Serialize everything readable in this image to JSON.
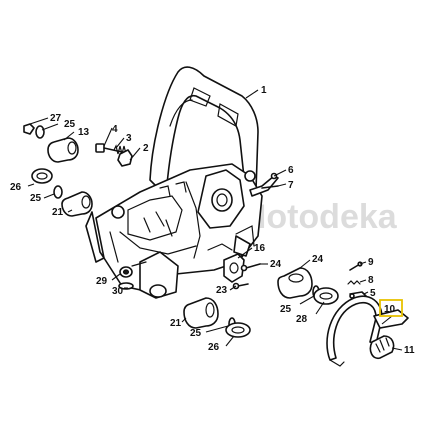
{
  "watermark": "Motodeka",
  "highlight_color": "#e8c200",
  "callouts": [
    "1",
    "2",
    "3",
    "4",
    "5",
    "6",
    "7",
    "8",
    "9",
    "10",
    "11",
    "13",
    "16",
    "21",
    "21",
    "23",
    "24",
    "25",
    "25",
    "25",
    "26",
    "26",
    "27",
    "28",
    "29",
    "30"
  ],
  "highlighted_callout": "10"
}
